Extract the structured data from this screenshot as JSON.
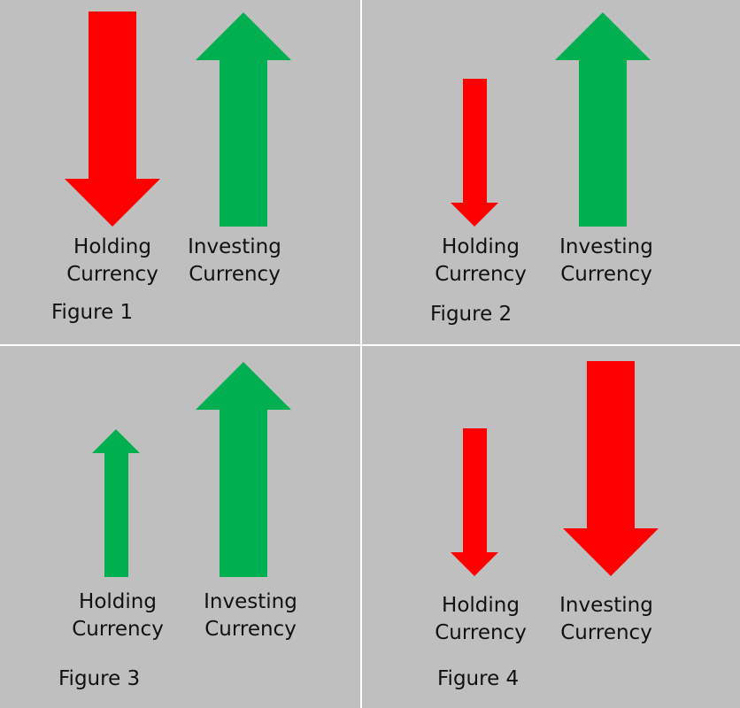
{
  "colors": {
    "panel_background": "#bfbfbf",
    "divider": "#ffffff",
    "red_arrow": "#ff0000",
    "green_arrow": "#00b050"
  },
  "figures": [
    {
      "caption": "Figure 1",
      "holding": {
        "line1": "Holding",
        "line2": "Currency",
        "direction": "down",
        "color": "red",
        "icon": "down-arrow-icon"
      },
      "investing": {
        "line1": "Investing",
        "line2": "Currency",
        "direction": "up",
        "color": "green",
        "icon": "up-arrow-icon"
      }
    },
    {
      "caption": "Figure 2",
      "holding": {
        "line1": "Holding",
        "line2": "Currency",
        "direction": "down",
        "color": "red",
        "icon": "down-arrow-icon"
      },
      "investing": {
        "line1": "Investing",
        "line2": "Currency",
        "direction": "up",
        "color": "green",
        "icon": "up-arrow-icon"
      }
    },
    {
      "caption": "Figure 3",
      "holding": {
        "line1": "Holding",
        "line2": "Currency",
        "direction": "up",
        "color": "green",
        "icon": "up-arrow-icon"
      },
      "investing": {
        "line1": "Investing",
        "line2": "Currency",
        "direction": "up",
        "color": "green",
        "icon": "up-arrow-icon"
      }
    },
    {
      "caption": "Figure 4",
      "holding": {
        "line1": "Holding",
        "line2": "Currency",
        "direction": "down",
        "color": "red",
        "icon": "down-arrow-icon"
      },
      "investing": {
        "line1": "Investing",
        "line2": "Currency",
        "direction": "down",
        "color": "red",
        "icon": "down-arrow-icon"
      }
    }
  ]
}
